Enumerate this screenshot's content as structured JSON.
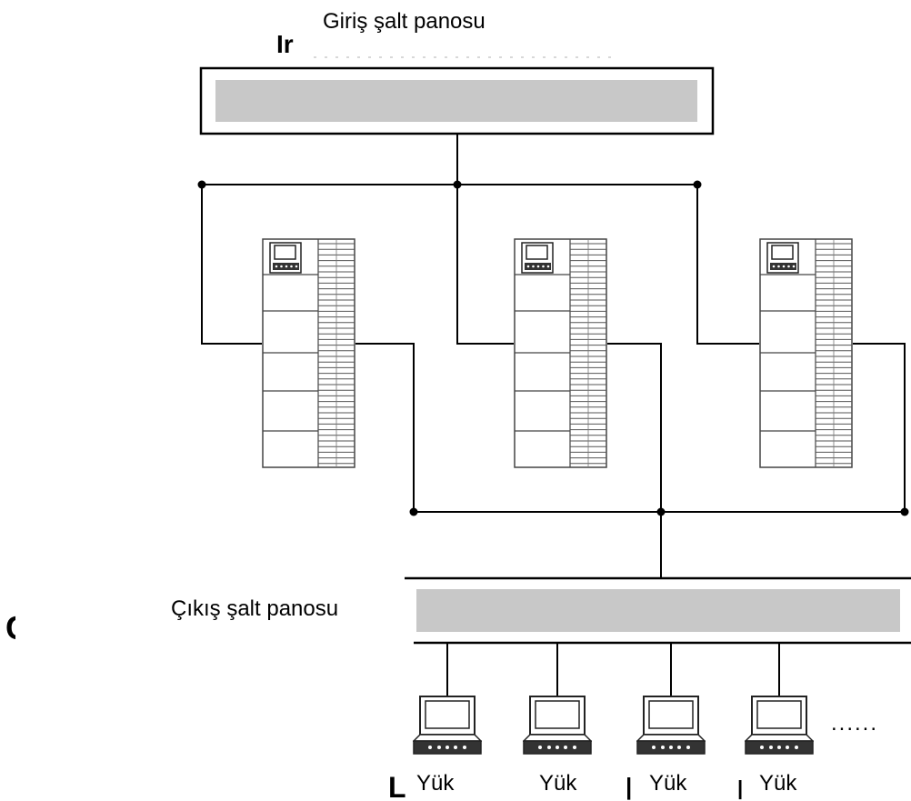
{
  "diagram": {
    "input_panel_label": "Giriş şalt panosu",
    "output_panel_label": "Çıkış şalt panosu",
    "stray_top": "Ir",
    "stray_left": "C",
    "stray_bottom": "L",
    "separator": "|",
    "more_indicator": "......",
    "loads": [
      {
        "label": "Yük"
      },
      {
        "label": "Yük"
      },
      {
        "label": "Yük"
      },
      {
        "label": "Yük"
      }
    ],
    "icons": {
      "ups": "ups-cabinet-icon",
      "load": "laptop-icon"
    },
    "colors": {
      "panel_fill": "#c8c8c8",
      "wire": "#000000"
    }
  }
}
